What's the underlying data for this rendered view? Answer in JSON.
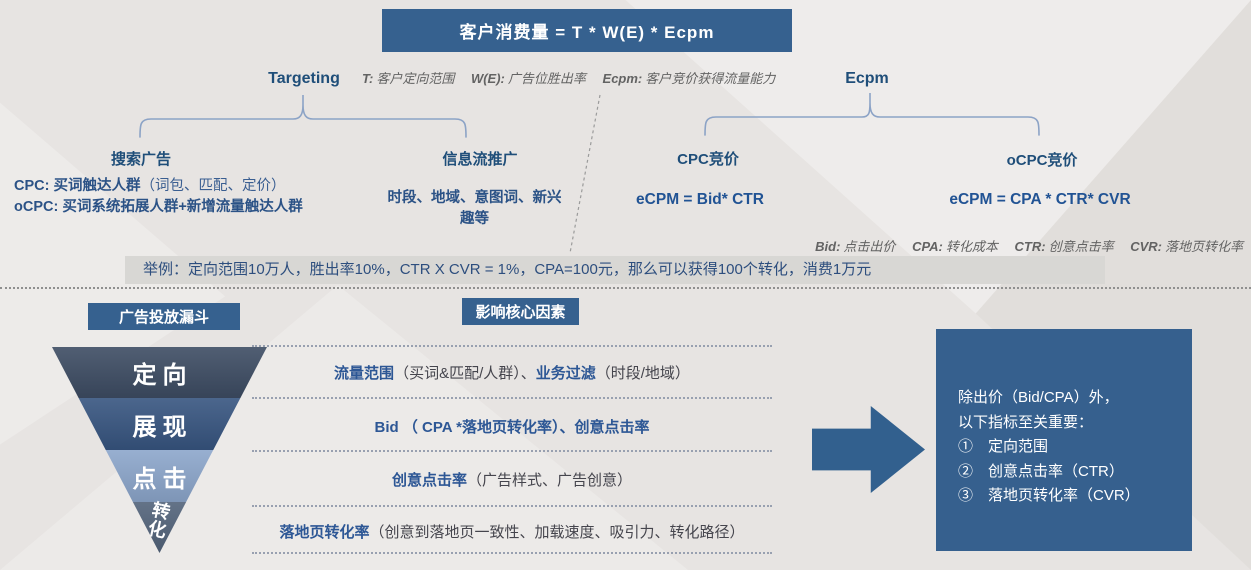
{
  "banner": {
    "title": "客户消费量  = T  *  W(E) *  Ecpm"
  },
  "legend_top": {
    "items": [
      {
        "label": "T:",
        "desc": "客户定向范围"
      },
      {
        "label": "W(E):",
        "desc": "广告位胜出率"
      },
      {
        "label": "Ecpm:",
        "desc": "客户竞价获得流量能力"
      }
    ]
  },
  "targeting": {
    "title": "Targeting",
    "search": {
      "title": "搜索广告",
      "cpc_bold": "CPC: 买词触达人群",
      "cpc_paren": "（词包、匹配、定价）",
      "ocpc": "oCPC: 买词系统拓展人群+新增流量触达人群"
    },
    "feed": {
      "title": "信息流推广",
      "desc": "时段、地域、意图词、新兴趣等"
    }
  },
  "ecpm": {
    "title": "Ecpm",
    "cpc": {
      "title": "CPC竞价",
      "formula": "eCPM = Bid* CTR"
    },
    "ocpc": {
      "title": "oCPC竞价",
      "formula": "eCPM = CPA * CTR* CVR"
    }
  },
  "legend_bottom": {
    "items": [
      {
        "label": "Bid:",
        "desc": "点击出价"
      },
      {
        "label": "CPA:",
        "desc": "转化成本"
      },
      {
        "label": "CTR:",
        "desc": "创意点击率"
      },
      {
        "label": "CVR:",
        "desc": "落地页转化率"
      }
    ]
  },
  "example": {
    "text": "举例：定向范围10万人，胜出率10%，CTR X CVR = 1%，CPA=100元，那么可以获得100个转化，消费1万元"
  },
  "funnel": {
    "title": "广告投放漏斗",
    "levels": [
      {
        "label": "定向",
        "color": "#3d4c63"
      },
      {
        "label": "展现",
        "color": "#375580"
      },
      {
        "label": "点击",
        "color": "#8ca6cb"
      },
      {
        "label": "转化",
        "color": "#52637a"
      }
    ],
    "tip_label": "转化"
  },
  "factors": {
    "title": "影响核心因素",
    "rows": [
      {
        "em1": "流量范围",
        "plain1": "（买词&匹配/人群）、",
        "em2": "业务过滤",
        "plain2": "（时段/地域）"
      },
      {
        "em1": "Bid （ CPA *落地页转化率）、创意点击率"
      },
      {
        "em1": "创意点击率",
        "plain1": "（广告样式、广告创意）"
      },
      {
        "em1": "落地页转化率",
        "plain1": "（创意到落地页一致性、加载速度、吸引力、转化路径）"
      }
    ]
  },
  "conclusion": {
    "lines": [
      "除出价（Bid/CPA）外，",
      "以下指标至关重要：",
      "①　定向范围",
      "②　创意点击率（CTR）",
      "③　落地页转化率（CVR）"
    ]
  },
  "colors": {
    "accent_blue": "#36618f",
    "title_blue": "#1f4e79",
    "formula_blue": "#215394",
    "factor_blue": "#2d5795",
    "gray_text": "#636363",
    "example_band": "#d8d7d4",
    "background": "#e7e4e2",
    "funnel_light_band": "#8ca6cb"
  }
}
